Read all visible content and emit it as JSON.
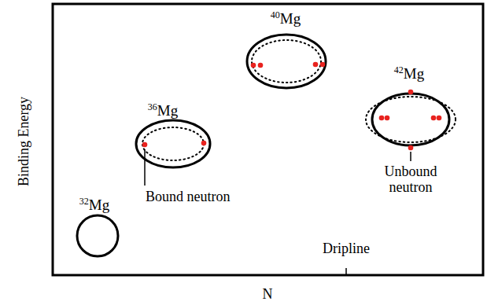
{
  "diagram": {
    "nodes": [
      {
        "text": [
          "32Mg"
        ]
      },
      {
        "text": [
          "36Mg"
        ]
      },
      {
        "text": [
          "40Mg"
        ]
      },
      {
        "text": [
          "42Mg"
        ]
      }
    ],
    "labels": [
      "Binding Energy",
      "N",
      "Bound neutron",
      "Unbound neutron",
      "Dripline"
    ]
  }
}
